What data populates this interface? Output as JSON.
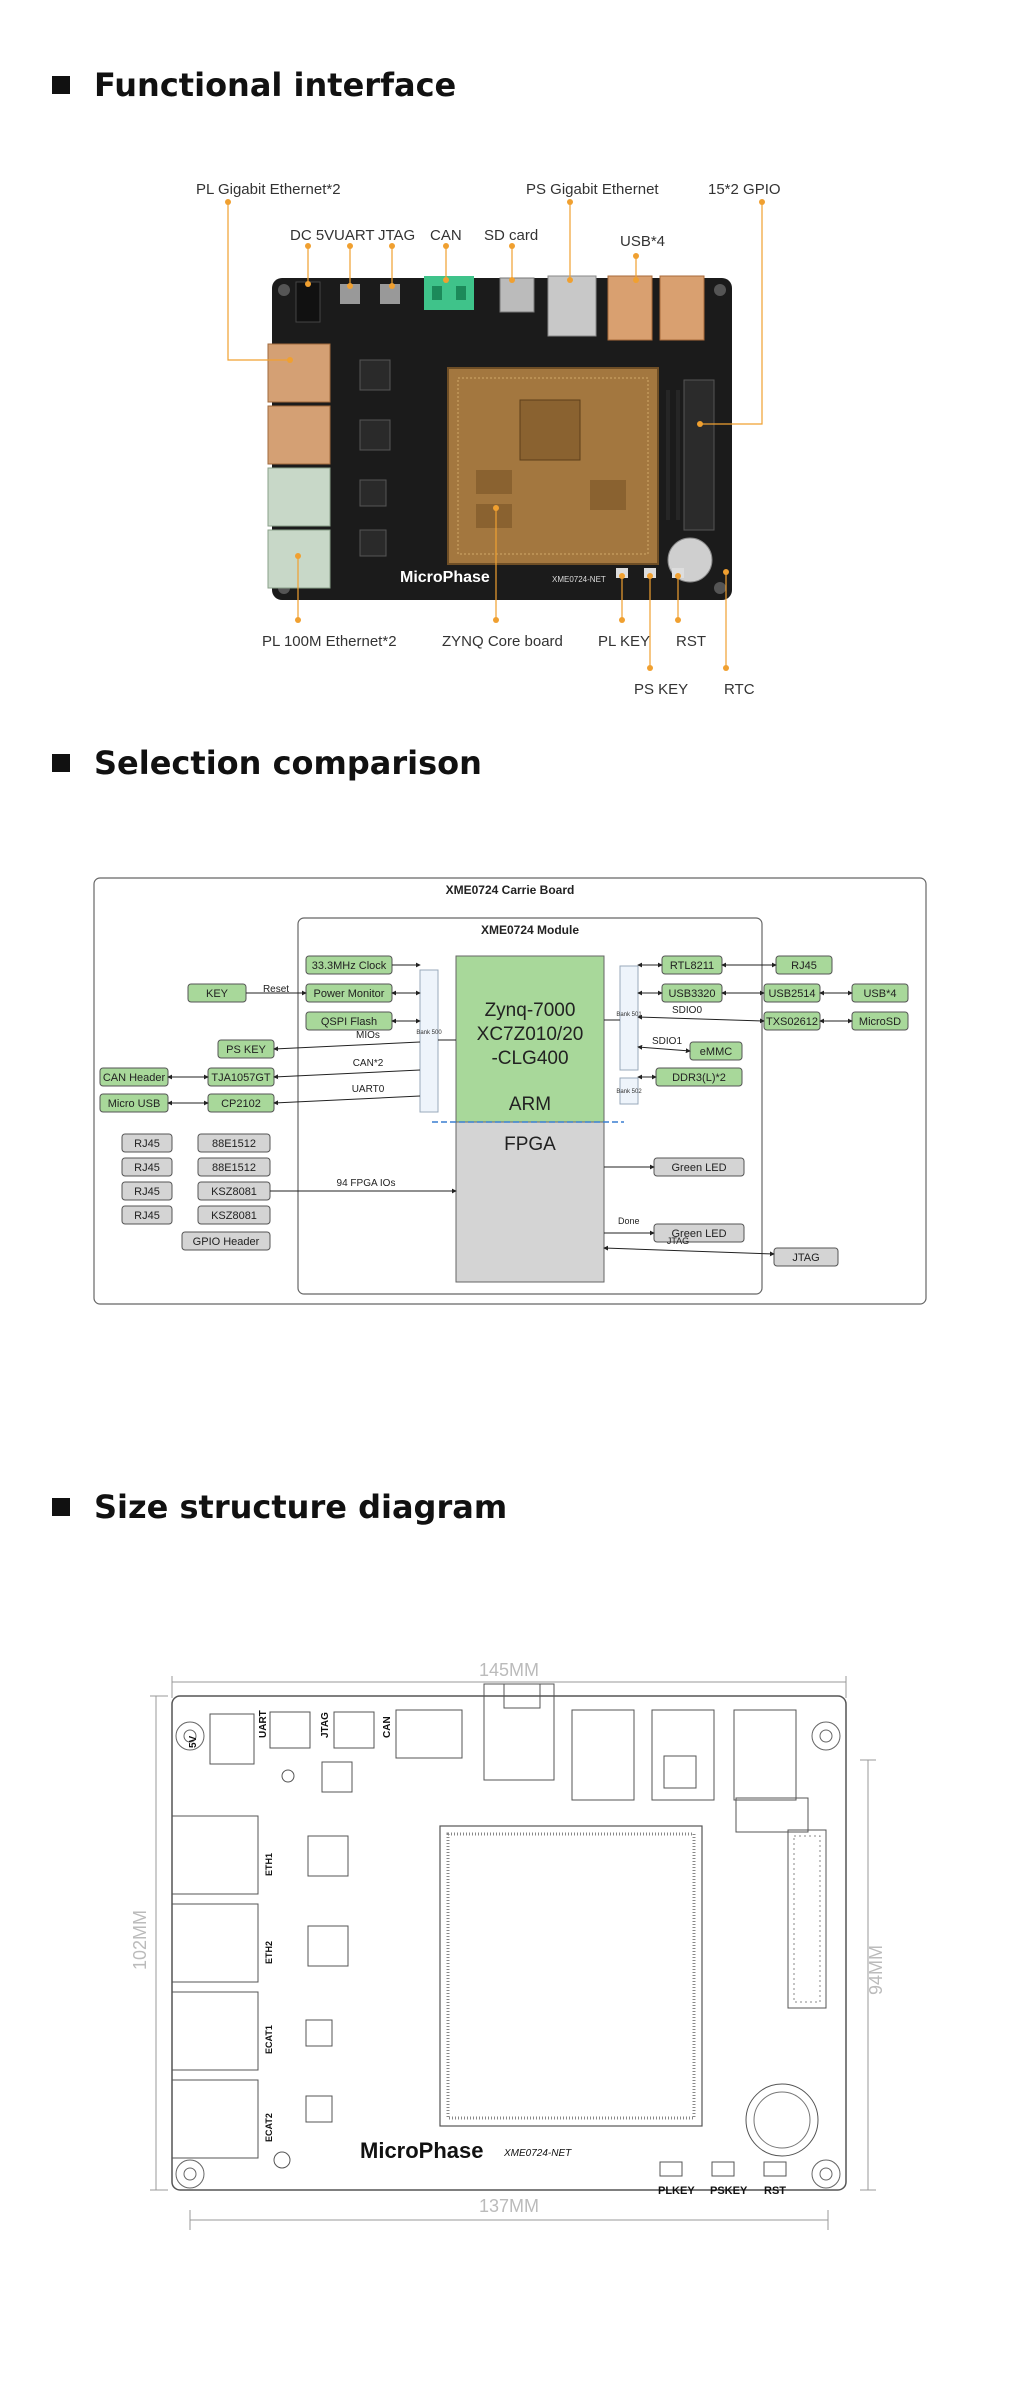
{
  "sections": {
    "functional": "Functional interface",
    "selection": "Selection comparison",
    "size": "Size structure diagram"
  },
  "callouts": {
    "pl_gigabit": "PL Gigabit Ethernet*2",
    "ps_gigabit": "PS  Gigabit Ethernet",
    "gpio": "15*2 GPIO",
    "dc5v": "DC 5V",
    "uart": "UART",
    "jtag": "JTAG",
    "can": "CAN",
    "sdcard": "SD card",
    "usb4": "USB*4",
    "pl100m": "PL 100M Ethernet*2",
    "zynq_core": "ZYNQ Core board",
    "pl_key": "PL KEY",
    "rst": "RST",
    "ps_key": "PS KEY",
    "rtc": "RTC"
  },
  "board": {
    "logo": "MicroPhase",
    "model": "XME0724-NET"
  },
  "block": {
    "carrier_title": "XME0724 Carrie Board",
    "module_title": "XME0724 Module",
    "fpga_lines": [
      "Zynq-7000",
      "XC7Z010/20",
      "-CLG400"
    ],
    "arm": "ARM",
    "fpga": "FPGA",
    "clock": "33.3MHz Clock",
    "power_monitor": "Power Monitor",
    "qspi": "QSPI Flash",
    "key": "KEY",
    "reset": "Reset",
    "ps_key": "PS KEY",
    "mios": "MIOs",
    "can2": "CAN*2",
    "can_header": "CAN Header",
    "tja": "TJA1057GT",
    "micro_usb": "Micro USB",
    "cp2102": "CP2102",
    "uart0": "UART0",
    "bank500": "Bank 500",
    "bank501": "Bank 501",
    "bank502": "Bank 502",
    "rtl8211": "RTL8211",
    "rj45_top": "RJ45",
    "usb3320": "USB3320",
    "usb2514": "USB2514",
    "usb4": "USB*4",
    "sdio0": "SDIO0",
    "txs": "TXS02612",
    "microsd": "MicroSD",
    "sdio1": "SDIO1",
    "emmc": "eMMC",
    "ddr3": "DDR3(L)*2",
    "rj45": "RJ45",
    "phy1": "88E1512",
    "phy2": "88E1512",
    "phy3": "KSZ8081",
    "phy4": "KSZ8081",
    "gpio_header": "GPIO Header",
    "fpga_ios": "94 FPGA IOs",
    "green_led": "Green LED",
    "green_led2": "Green LED",
    "done": "Done",
    "jtag_line": "JTAG",
    "jtag_box": "JTAG"
  },
  "dims": {
    "top": "145MM",
    "bottom": "137MM",
    "left": "102MM",
    "right": "94MM"
  },
  "silk": {
    "logo": "MicroPhase",
    "model": "XME0724-NET",
    "plkey": "PLKEY",
    "pskey": "PSKEY",
    "rst": "RST",
    "uart": "UART",
    "jtag": "JTAG",
    "can": "CAN",
    "v5": "5V",
    "eth1": "ETH1",
    "eth2": "ETH2",
    "ecat1": "ECAT1",
    "ecat2": "ECAT2"
  },
  "colors": {
    "pcb": "#1c1c1c",
    "gold": "#b8884a",
    "green_box": "#a8d89a",
    "gray_box": "#d4d4d4",
    "callout_line": "#f0a030"
  }
}
